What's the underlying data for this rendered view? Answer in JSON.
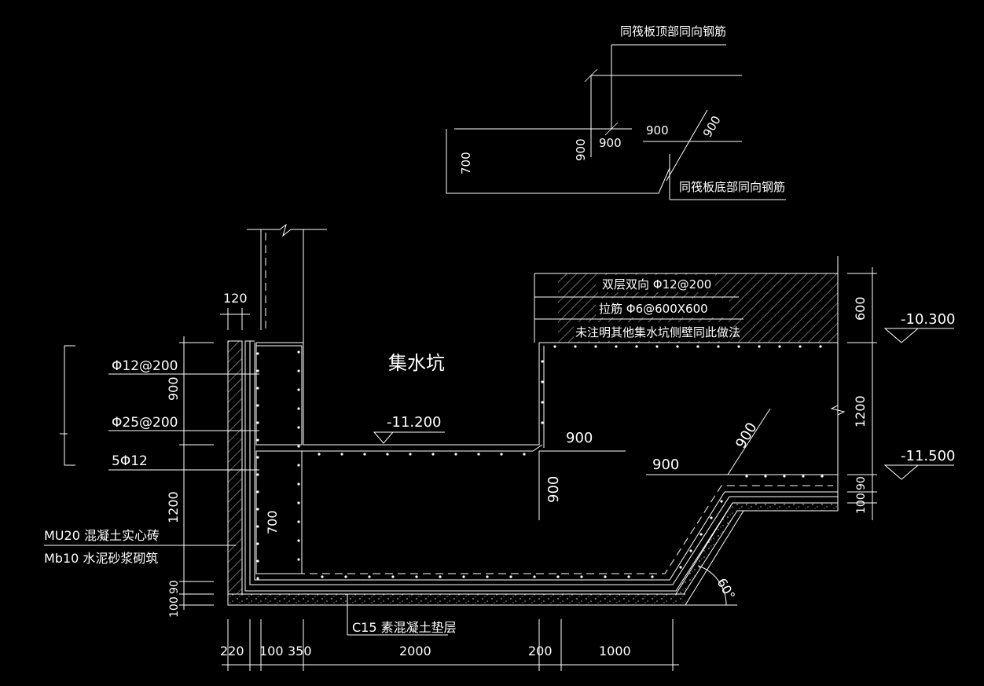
{
  "drawing": {
    "top_detail": {
      "label_top": "同筏板顶部同向钢筋",
      "label_bottom": "同筏板底部同向钢筋",
      "dim_700": "700",
      "dim_900_v": "900",
      "dim_900_h1": "900",
      "dim_900_h2": "900",
      "dim_900_d": "900"
    },
    "pit": {
      "title": "集水坑",
      "elev_pit": "-11.200",
      "elev_top": "-10.300",
      "elev_raft": "-11.500"
    },
    "wall_labels": {
      "rebar_1": "Φ12@200",
      "rebar_2": "Φ25@200",
      "rebar_3": "5Φ12",
      "brick_1": "MU20 混凝土实心砖",
      "brick_2": "Mb10 水泥砂浆砌筑",
      "dim_120": "120"
    },
    "raft_labels": {
      "line_1": "双层双向  Φ12@200",
      "line_2": "拉筋  Φ6@600X600",
      "line_3": "未注明其他集水坑侧壁同此做法"
    },
    "interior_dims": {
      "d900_a": "900",
      "d900_b": "900",
      "d900_c": "900",
      "d900_d": "900",
      "d700": "700",
      "angle": "60°"
    },
    "left_dims": {
      "d900": "900",
      "d1200": "1200",
      "d90": "90",
      "d100": "100"
    },
    "right_dims": {
      "d600": "600",
      "d1200": "1200",
      "d90": "90",
      "d100": "100"
    },
    "bottom_dims": {
      "d220": "220",
      "d100": "100",
      "d350": "350",
      "d2000": "2000",
      "d200": "200",
      "d1000": "1000"
    },
    "base_label": "C15 素混凝土垫层"
  }
}
